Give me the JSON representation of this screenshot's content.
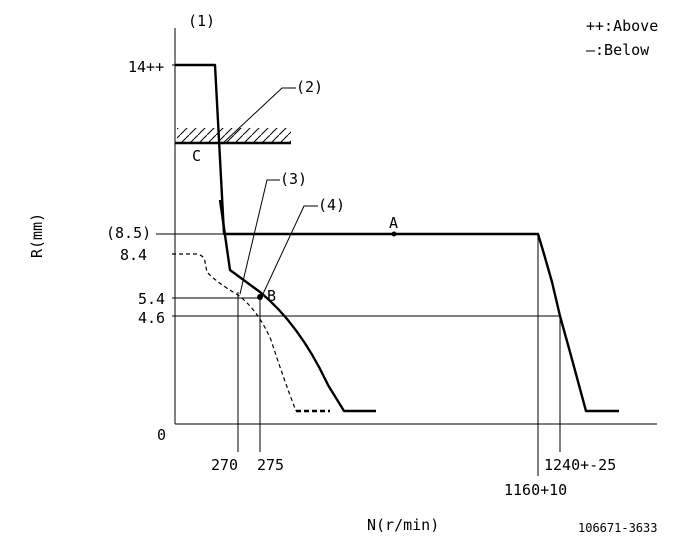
{
  "legend": {
    "above": "++:Above",
    "below": "—:Below"
  },
  "axes": {
    "x_label": "N(r/min)",
    "y_label": "R(mm)",
    "origin": "0"
  },
  "y_ticks": {
    "t14": "14++",
    "t85": "(8.5)",
    "t84": "8.4",
    "t54": "5.4",
    "t46": "4.6"
  },
  "x_ticks": {
    "t270": "270",
    "t275": "275",
    "t1160": "1160+10",
    "t1240": "1240+-25"
  },
  "callouts": {
    "c1": "(1)",
    "c2": "(2)",
    "c3": "(3)",
    "c4": "(4)"
  },
  "points": {
    "A": "A",
    "B": "B",
    "C": "C"
  },
  "drawing_id": "106671-3633"
}
